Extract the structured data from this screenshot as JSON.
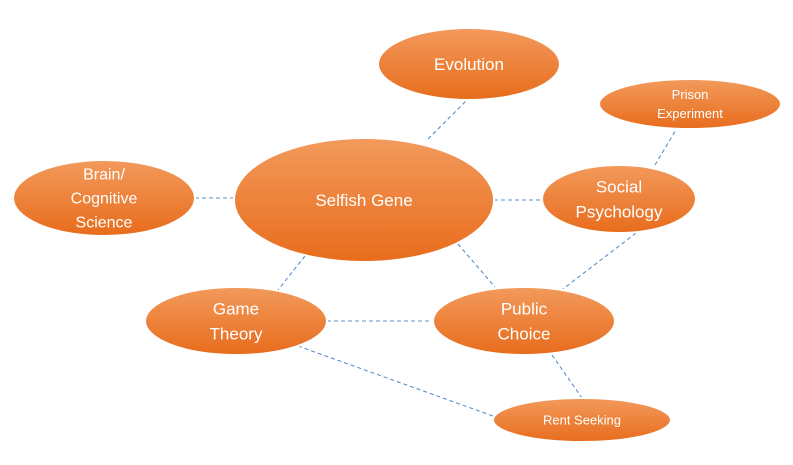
{
  "colors": {
    "node_top": "#f29a5c",
    "node_bottom": "#e86c1c",
    "edge": "#5b8fc9",
    "background": "#ffffff"
  },
  "nodes": [
    {
      "id": "selfish-gene",
      "lines": [
        "Selfish Gene"
      ]
    },
    {
      "id": "evolution",
      "lines": [
        "Evolution"
      ]
    },
    {
      "id": "prison-experiment",
      "lines": [
        "Prison",
        "Experiment"
      ]
    },
    {
      "id": "brain-cognitive-science",
      "lines": [
        "Brain/",
        "Cognitive",
        "Science"
      ]
    },
    {
      "id": "social-psychology",
      "lines": [
        "Social",
        "Psychology"
      ]
    },
    {
      "id": "game-theory",
      "lines": [
        "Game",
        "Theory"
      ]
    },
    {
      "id": "public-choice",
      "lines": [
        "Public",
        "Choice"
      ]
    },
    {
      "id": "rent-seeking",
      "lines": [
        "Rent Seeking"
      ]
    }
  ],
  "edges": [
    {
      "from": "selfish-gene",
      "to": "evolution"
    },
    {
      "from": "selfish-gene",
      "to": "brain-cognitive-science"
    },
    {
      "from": "selfish-gene",
      "to": "social-psychology"
    },
    {
      "from": "selfish-gene",
      "to": "game-theory"
    },
    {
      "from": "selfish-gene",
      "to": "public-choice"
    },
    {
      "from": "social-psychology",
      "to": "prison-experiment"
    },
    {
      "from": "social-psychology",
      "to": "public-choice"
    },
    {
      "from": "game-theory",
      "to": "public-choice"
    },
    {
      "from": "game-theory",
      "to": "rent-seeking"
    },
    {
      "from": "public-choice",
      "to": "rent-seeking"
    }
  ]
}
